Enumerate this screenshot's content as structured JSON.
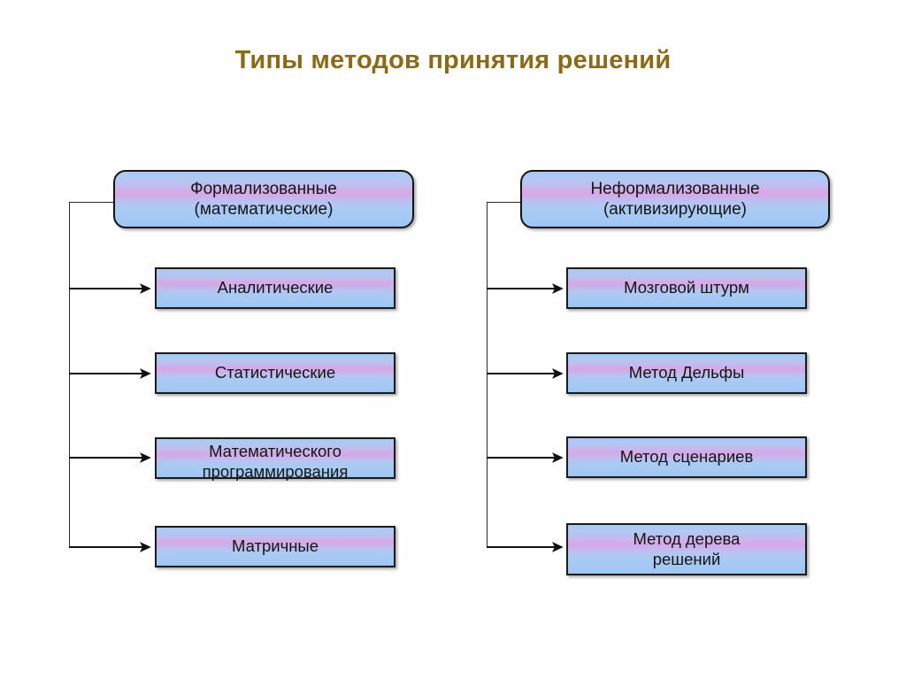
{
  "page": {
    "title": "Типы методов принятия решений",
    "background_color": "#fefefe",
    "title_color": "#8a6a16",
    "node_border_color": "#1b1b1b",
    "node_gradient_top_color": "#a9c9f2",
    "node_gradient_mid_color": "#d8a9e6",
    "node_gradient_bottom_color": "#9ec4f2",
    "connector_color": "#111111"
  },
  "diagram": {
    "type": "tree",
    "branches": [
      {
        "id": "formalized",
        "root": {
          "line1": "Формализованные",
          "line2": "(математические)"
        },
        "children": [
          {
            "line1": "Аналитические",
            "line2": ""
          },
          {
            "line1": "Статистические",
            "line2": ""
          },
          {
            "line1": "Математического",
            "line2": "программирования"
          },
          {
            "line1": "Матричные",
            "line2": ""
          }
        ]
      },
      {
        "id": "non-formalized",
        "root": {
          "line1": "Неформализованные",
          "line2": "(активизирующие)"
        },
        "children": [
          {
            "line1": "Мозговой штурм",
            "line2": ""
          },
          {
            "line1": "Метод  Дельфы",
            "line2": ""
          },
          {
            "line1": "Метод  сценариев",
            "line2": ""
          },
          {
            "line1": "Метод  дерева",
            "line2": "решений"
          }
        ]
      }
    ]
  }
}
